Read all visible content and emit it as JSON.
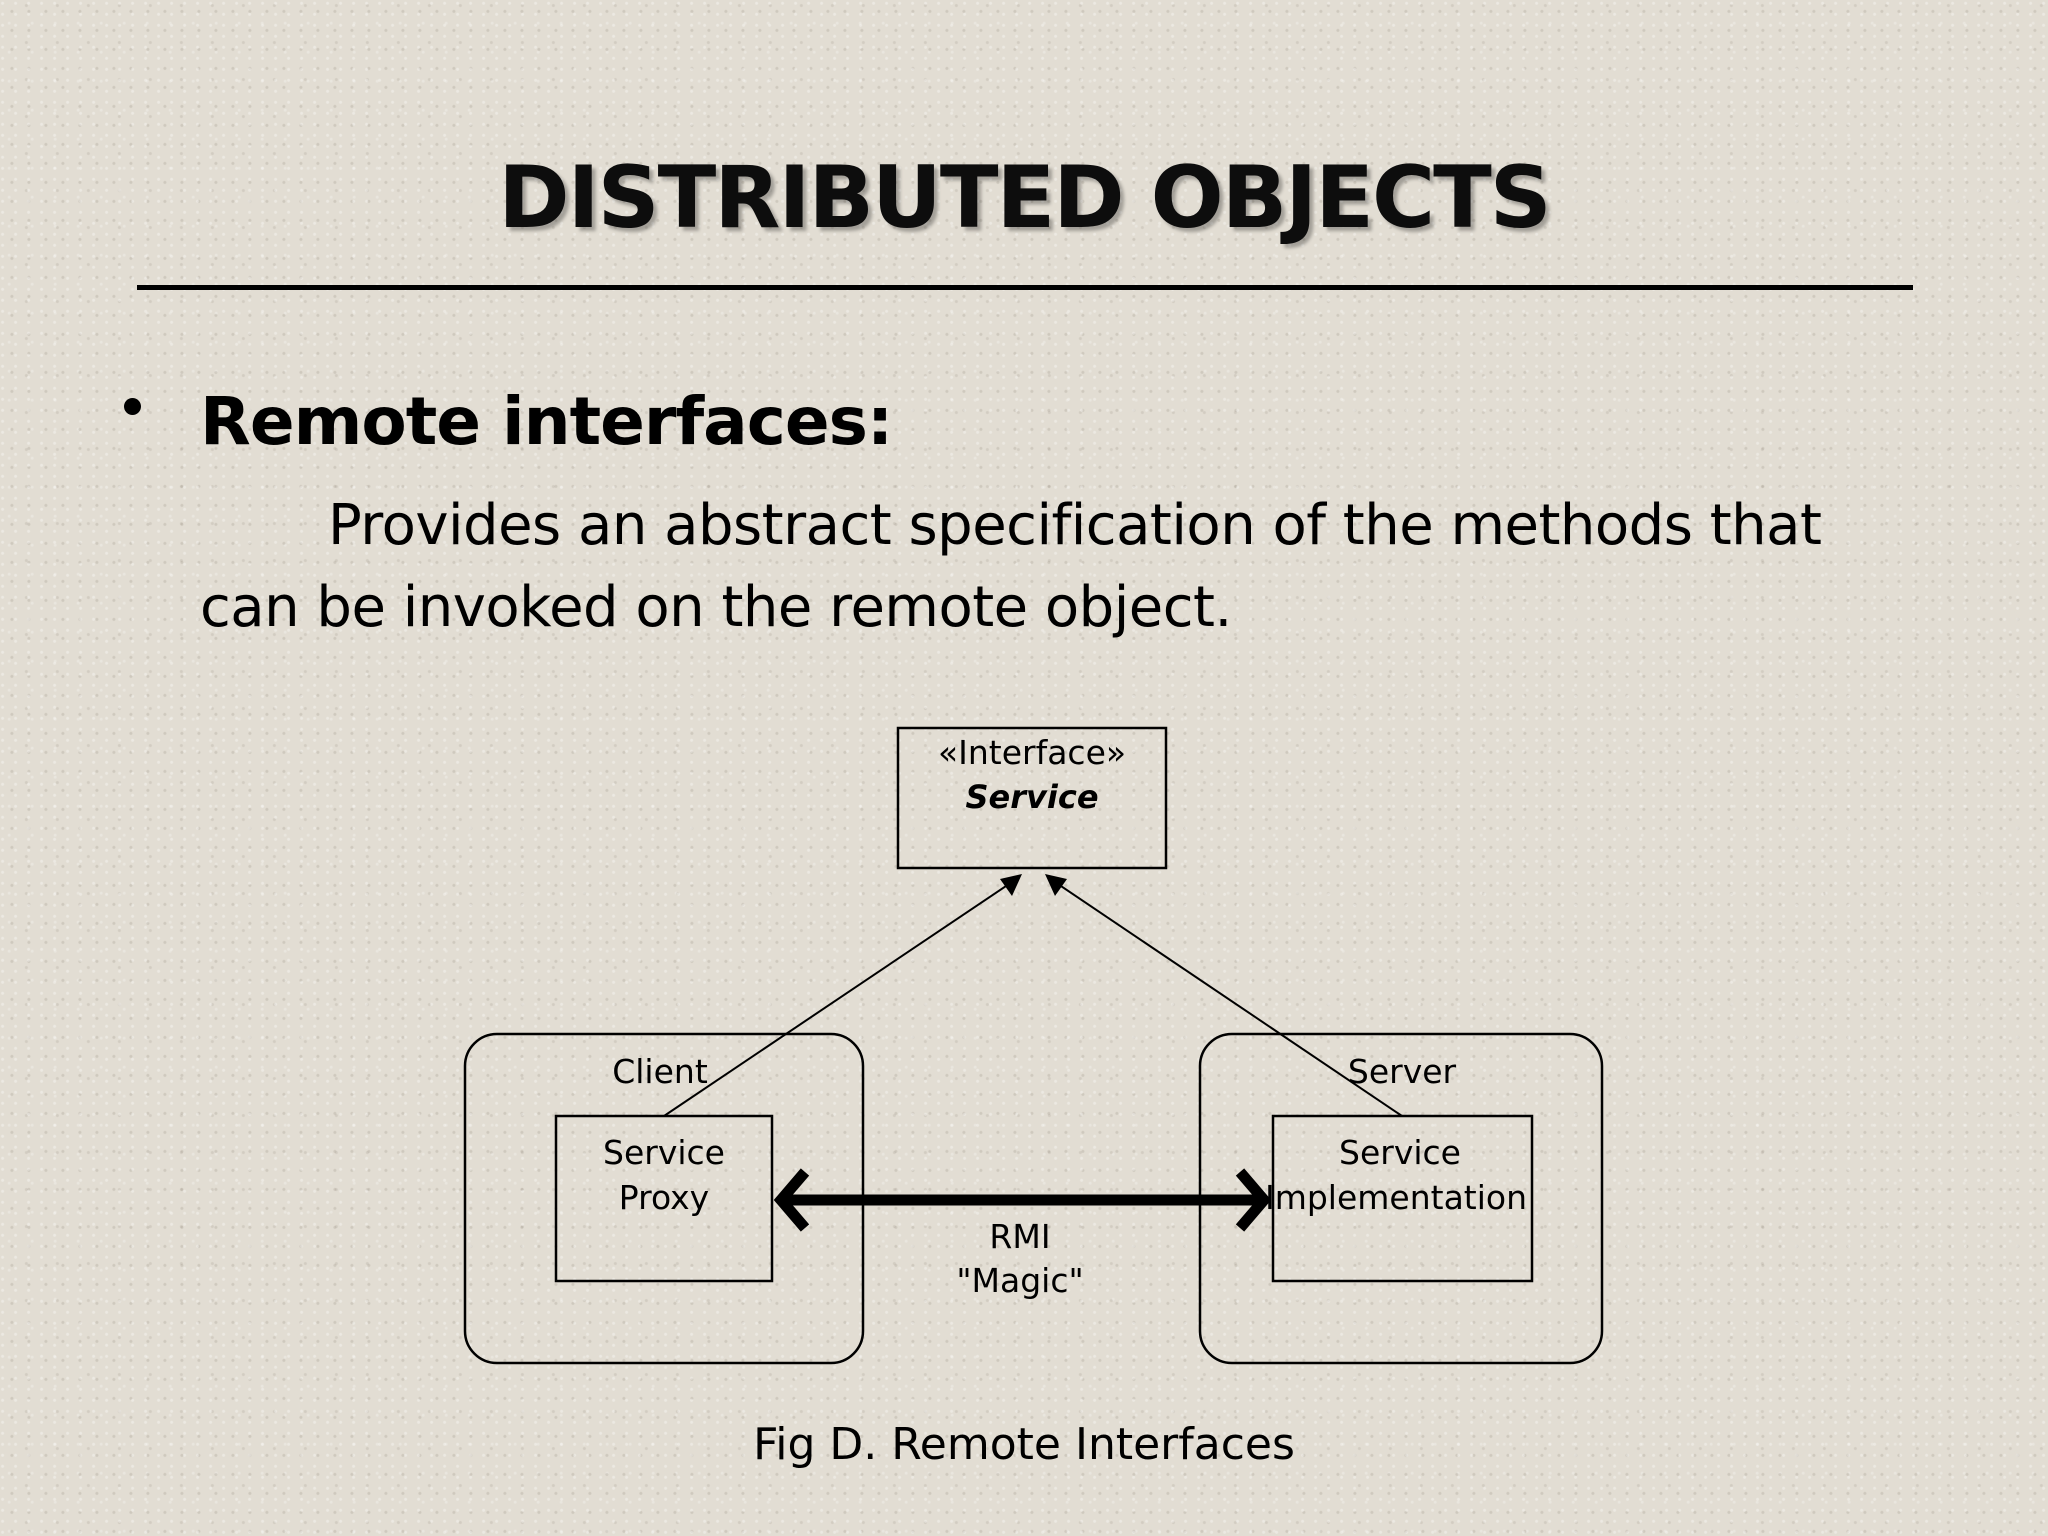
{
  "slide": {
    "title": "DISTRIBUTED OBJECTS",
    "bullet_heading": "Remote interfaces:",
    "bullet_text": "Provides an abstract specification of the methods that can be invoked on the remote object.",
    "caption": "Fig D. Remote Interfaces"
  },
  "diagram": {
    "interface": {
      "stereotype": "«Interface»",
      "name": "Service"
    },
    "client": {
      "label": "Client",
      "box_line1": "Service",
      "box_line2": "Proxy"
    },
    "server": {
      "label": "Server",
      "box_line1": "Service",
      "box_line2": "Implementation"
    },
    "link": {
      "line1": "RMI",
      "line2": "\"Magic\""
    }
  }
}
